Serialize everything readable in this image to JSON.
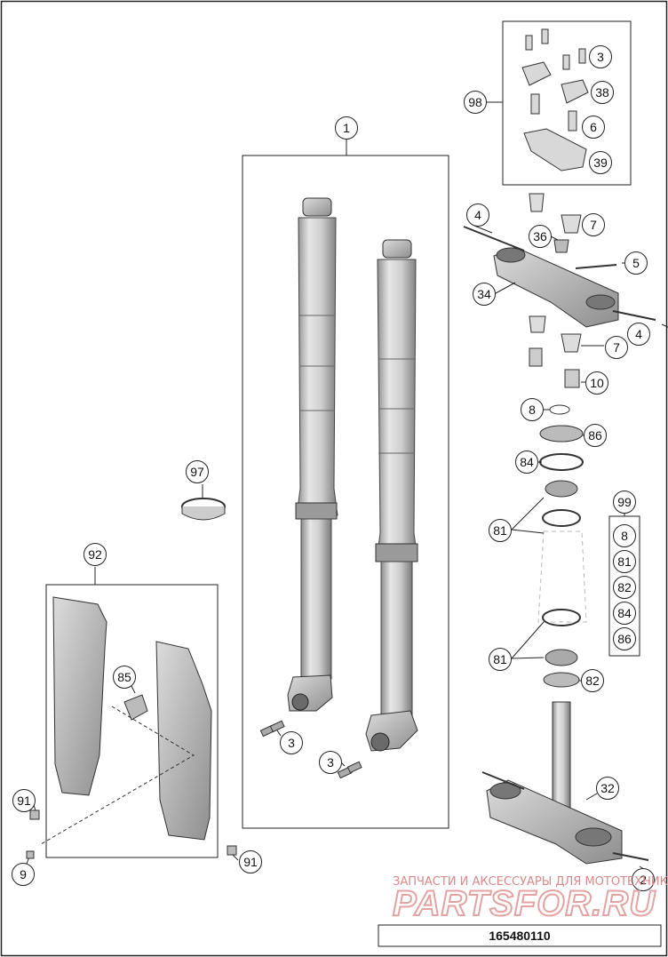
{
  "callouts": {
    "c1": "1",
    "c2": "2",
    "c3a": "3",
    "c3b": "3",
    "c3c": "3",
    "c4a": "4",
    "c4b": "4",
    "c5": "5",
    "c6": "6",
    "c7a": "7",
    "c7b": "7",
    "c8": "8",
    "c9": "9",
    "c10": "10",
    "c32": "32",
    "c34": "34",
    "c36": "36",
    "c38": "38",
    "c39": "39",
    "c81a": "81",
    "c81b": "81",
    "c82": "82",
    "c84": "84",
    "c85": "85",
    "c86": "86",
    "c91a": "91",
    "c91b": "91",
    "c92": "92",
    "c97": "97",
    "c98": "98",
    "c99": "99"
  },
  "kit99": {
    "items": [
      "8",
      "81",
      "82",
      "84",
      "86"
    ]
  },
  "watermark": {
    "line1": "ЗАПЧАСТИ И АКСЕССУАРЫ ДЛЯ МОТОТЕХНИКИ",
    "line2": "PARTSFOR.RU"
  },
  "doc_number": "165480110"
}
